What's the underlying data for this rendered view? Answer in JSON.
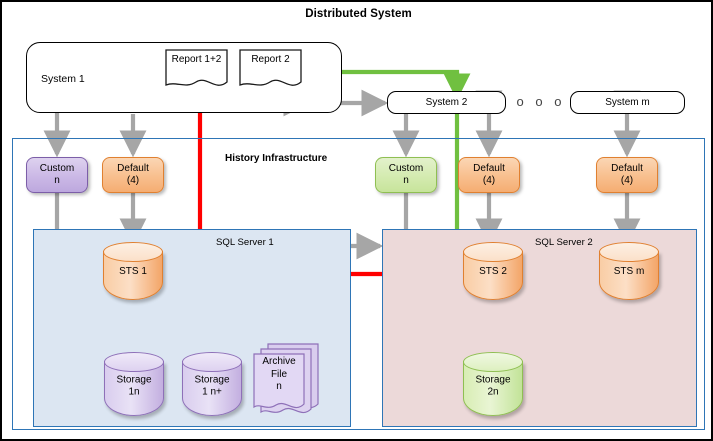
{
  "diagram": {
    "title": "Distributed System",
    "systems": {
      "system1": "System 1",
      "system2": "System 2",
      "systemm": "System m",
      "ellipsis": "o o o"
    },
    "reports": [
      {
        "name": "report-1-2",
        "line1": "Report",
        "line2": "1+2"
      },
      {
        "name": "report-2",
        "line1": "Report",
        "line2": "2"
      }
    ],
    "frames": {
      "history": "History Infrastructure",
      "sql1": "SQL Server 1",
      "sql2": "SQL Server 2"
    },
    "processes": [
      {
        "name": "custom-n-left",
        "line1": "Custom",
        "line2": "n",
        "color": "purple"
      },
      {
        "name": "default-4-left",
        "line1": "Default",
        "line2": "(4)",
        "color": "orange"
      },
      {
        "name": "custom-n-right",
        "line1": "Custom",
        "line2": "n",
        "color": "green"
      },
      {
        "name": "default-4-mid",
        "line1": "Default",
        "line2": "(4)",
        "color": "orange"
      },
      {
        "name": "default-4-right",
        "line1": "Default",
        "line2": "(4)",
        "color": "orange"
      }
    ],
    "stores": [
      {
        "name": "sts-1",
        "line1": "STS 1",
        "line2": "",
        "color": "orange"
      },
      {
        "name": "sts-2",
        "line1": "STS 2",
        "line2": "",
        "color": "orange"
      },
      {
        "name": "sts-m",
        "line1": "STS m",
        "line2": "",
        "color": "orange"
      },
      {
        "name": "storage-1n",
        "line1": "Storage",
        "line2": "1n",
        "color": "purple"
      },
      {
        "name": "storage-1np",
        "line1": "Storage",
        "line2": "1 n+",
        "color": "purple"
      },
      {
        "name": "storage-2n",
        "line1": "Storage",
        "line2": "2n",
        "color": "green"
      }
    ],
    "archive": {
      "line1": "Archive",
      "line2": "File",
      "line3": "n"
    },
    "colors": {
      "flow_gray": "#a6a6a6",
      "flow_red": "#ff0000",
      "flow_green": "#70c040",
      "frame_border": "#2e75b6",
      "sql1_fill": "#dce6f2",
      "sql2_fill": "#ecd9d9",
      "purple": "#cbb8e6",
      "orange": "#f8bf8e",
      "green": "#d4ebb0"
    }
  }
}
